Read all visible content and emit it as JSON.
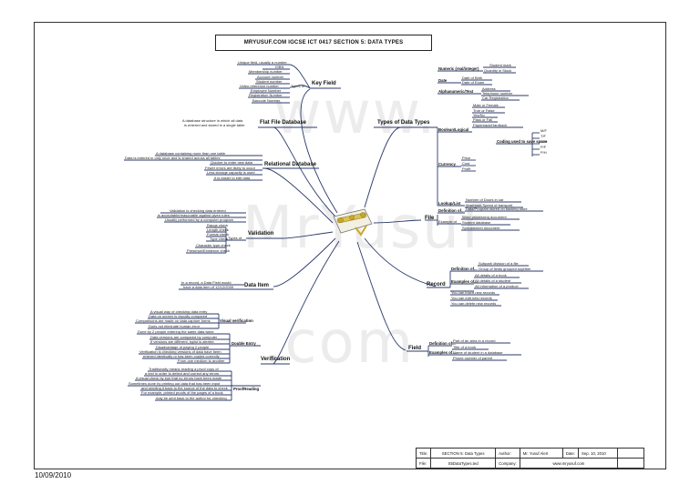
{
  "title": "MRYUSUF.COM IGCSE ICT 0417 SECTION 5: DATA TYPES",
  "watermark": {
    "line1": "www.",
    "line2": "MrYusuf",
    "line3": ".com"
  },
  "footer_date": "10/09/2010",
  "title_block": {
    "title_label": "Title:",
    "title_value": "SECTION 5: Data Types",
    "author_label": "Author:",
    "author_value": "Mr. Yusuf Alert",
    "date_label": "Date:",
    "date_value": "Sep. 10, 2010",
    "file_label": "File:",
    "file_value": "S5DataTypes.ted",
    "company_label": "Company:",
    "company_value": "www.mryusuf.com"
  },
  "key_field": {
    "label": "Key Field",
    "sub": "Types of...",
    "items": [
      "Unique field, usually a number",
      "ISBN",
      "Membership number",
      "Account number",
      "Student number",
      "Video reference number",
      "Employee Number",
      "Registration Number",
      "Barcode Number"
    ]
  },
  "flat_file": {
    "label": "Flat File Database",
    "items": [
      "A database structure in which all data",
      "is entered and stored in a single table"
    ]
  },
  "relational": {
    "label": "Relational Database",
    "items": [
      "A database containing more than one table",
      "Data is entered in only once and is shared across all tables",
      "Quicker to enter new data",
      "Fewer errors are likely to occur",
      "Less storage capacity is used",
      "It is easier to edit data"
    ]
  },
  "validation": {
    "label": "Validation",
    "sub": "Types of",
    "desc": [
      "Validation is checking data entered",
      "is acceptable/reasonable against given rules",
      "Usually performed by a computer program"
    ],
    "items": [
      "Range check",
      "Length check",
      "Format check",
      "Type check",
      "Character type check",
      "Presence/Existence check"
    ]
  },
  "data_item": {
    "label": "Data Item",
    "items": [
      "In a record, a Data Field would",
      "have a data item of 12/12/2009"
    ]
  },
  "verification": {
    "label": "Verification",
    "visual": {
      "label": "Visual verification",
      "items": [
        "A visual way of checking data entry",
        "Data on screen is visually compared",
        "Comparisons are made on data capture forms",
        "Does not eliminate human error"
      ]
    },
    "double": {
      "label": "Double Entry",
      "items": [
        "Done by 2 people entering the same data twice",
        "Data versions are compared by computer",
        "If versions are different, typist is alerted",
        "Disadvantage of paying 2 people",
        "Verification is checking versions of data have been",
        "entered identically or has been copied correctly",
        "From one medium to another"
      ]
    },
    "proof": {
      "label": "ProofReading",
      "items": [
        "Traditionally means reading a proof copy of",
        "a text in order to detect and correct any errors",
        "A visual check by eye that no errors have been made",
        "Sometimes done by printing out data that has been input",
        "and sending it back to the source of the data to check",
        "For example, printed proofs of the pages of a book",
        "may be sent back to the author for checking"
      ]
    }
  },
  "types_of_data": {
    "label": "Types of Data Types",
    "numeric": {
      "label": "Numeric (real/integer)",
      "items": [
        "Student mark",
        "Quantity in Stock"
      ]
    },
    "date": {
      "label": "Date",
      "items": [
        "Date of Birth",
        "Date of Exam"
      ]
    },
    "alnum": {
      "label": "Alphanumeric/Text",
      "items": [
        "Address",
        "Telephone number",
        "Car Registration"
      ]
    },
    "boolean": {
      "label": "Boolean/Logical",
      "items": [
        "Male or Female",
        "True or False",
        "Yes/No",
        "Pass or Fail",
        "Paperback/Hardback"
      ],
      "coding": "Coding used to save space",
      "codes": [
        "M/F",
        "T/F",
        "Y/N",
        "P/F",
        "P/H"
      ]
    },
    "currency": {
      "label": "Currency",
      "items": [
        "Price",
        "Cost",
        "Profit"
      ]
    },
    "lookup": {
      "label": "Lookup/List",
      "items": [
        "Number of Doors in car",
        "Maximum Speed of transport"
      ]
    }
  },
  "file": {
    "label": "File",
    "def_label": "Definition of...",
    "def": "Data/Program stored on backing store",
    "ex_label": "Example of",
    "examples": [
      "Word processing document",
      "Student database",
      "Spreadsheet document"
    ]
  },
  "record": {
    "label": "Record",
    "def_label": "Definition of...",
    "def": [
      "Subpart/ division of a file",
      "Group of fields grouped together"
    ],
    "ex_label": "Examples of...",
    "examples": [
      "All details of a book",
      "All details of a student",
      "All information of a product"
    ],
    "items": [
      "You can insert new records",
      "You can edit new records",
      "You can delete new records"
    ]
  },
  "field": {
    "label": "Field",
    "def_label": "Definition of...",
    "def": "Part of an area in a record",
    "ex_label": "Examples of...",
    "examples": [
      "Title of a book",
      "Name of student in a database",
      "Phone number of parent"
    ]
  }
}
